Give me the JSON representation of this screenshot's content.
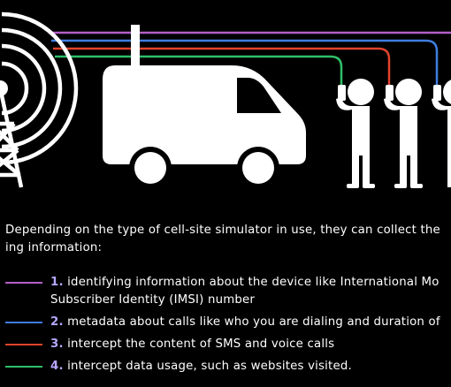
{
  "colors": {
    "background": "#000000",
    "foreground": "#ffffff",
    "purple": "#b35fc7",
    "blue": "#3f7ee0",
    "red": "#e0432c",
    "green": "#2fbf6a",
    "number_accent": "#b7a7ff"
  },
  "illustration": {
    "tower": "cell-tower-icon",
    "van": "van-icon",
    "people": "person-with-phone-icon"
  },
  "intro": {
    "line1": "Depending on the type of cell-site simulator in use, they can collect the",
    "line2": "ing information:"
  },
  "items": [
    {
      "number": "1.",
      "text": "identifying information about the device like International Mo",
      "continuation": "Subscriber Identity (IMSI) number",
      "color_key": "purple"
    },
    {
      "number": "2.",
      "text": "metadata about calls like who you are dialing and duration of",
      "continuation": "",
      "color_key": "blue"
    },
    {
      "number": "3.",
      "text": "intercept the content of SMS and voice calls",
      "continuation": "",
      "color_key": "red"
    },
    {
      "number": "4.",
      "text": "intercept data usage, such as websites visited.",
      "continuation": "",
      "color_key": "green"
    }
  ]
}
